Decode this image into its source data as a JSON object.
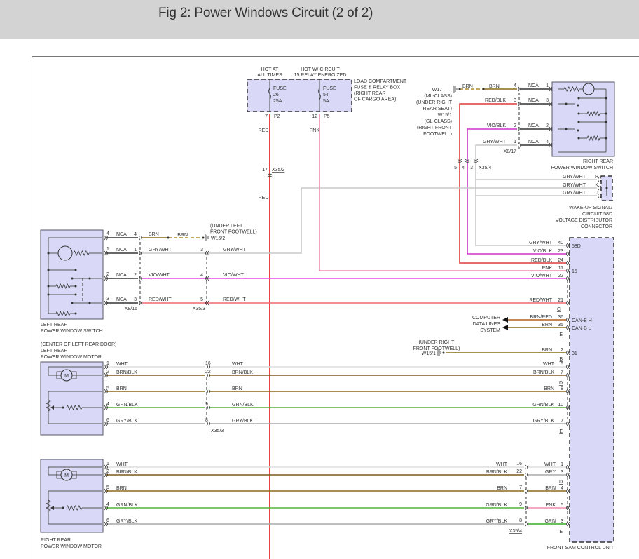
{
  "header": {
    "title": "Fig 2: Power Windows Circuit (2 of 2)"
  },
  "colors": {
    "RED": "#e8141c",
    "PNK": "#f28cae",
    "BRN": "#8a6a1c",
    "BRN_DASH": "#b08a28",
    "GRYWHT": "#c8c8c8",
    "VIOWHT": "#e44ae4",
    "VIOBLK": "#cc33cc",
    "REDWHT": "#f06a6a",
    "REDBLK": "#e03a3a",
    "NCA": "#333333",
    "WHT": "#dddddd",
    "BRNBLK": "#7a5a1a",
    "GRNBLK": "#55b33a",
    "GRYBLK": "#a8a8a8",
    "GRY": "#aaaaaa",
    "GRN": "#3aaa2a",
    "BRNRED": "#b06020",
    "component_fill": "#d9d9f7",
    "component_stroke": "#555566"
  },
  "fuse_box": {
    "hot_at_all_times": [
      "HOT AT",
      "ALL TIMES"
    ],
    "hot_with_relay": [
      "HOT W/ CIRCUIT",
      "15 RELAY ENERGIZED"
    ],
    "name": [
      "LOAD COMPARTMENT",
      "FUSE & RELAY BOX",
      "(RIGHT REAR",
      "OF CARGO AREA)"
    ],
    "fuses": [
      {
        "label": "FUSE",
        "number": "26",
        "rating": "25A",
        "pin": "7",
        "connector": "P2",
        "wire": "RED"
      },
      {
        "label": "FUSE",
        "number": "54",
        "rating": "5A",
        "pin": "12",
        "connector": "P5",
        "wire": "PNK"
      }
    ],
    "inline_connector": {
      "pin": "17",
      "name": "X35/2"
    },
    "red_lower_label": "RED"
  },
  "right_rear_switch": {
    "name": [
      "RIGHT REAR",
      "POWER WINDOW SWITCH"
    ],
    "ground": {
      "name": "W17",
      "notes": [
        "(ML-CLASS)",
        "(UNDER RIGHT",
        "REAR SEAT)",
        "W15/1",
        "(GL-CLASS)",
        "(RIGHT FRONT",
        "FOOTWELL)"
      ],
      "wire_a": "BRN",
      "wire_b": "BRN"
    },
    "connector_x8_17": "X8/17",
    "rows": [
      {
        "wire": "BRN",
        "x8_pin": "4",
        "nca": "NCA",
        "sw_pin": "1"
      },
      {
        "wire": "RED/BLK",
        "x8_pin": "3",
        "nca": "NCA",
        "sw_pin": "3"
      },
      {
        "wire": "VIO/BLK",
        "x8_pin": "2",
        "nca": "NCA",
        "sw_pin": "2"
      },
      {
        "wire": "GRY/WHT",
        "x8_pin": "1",
        "nca": "NCA",
        "sw_pin": "4"
      }
    ],
    "x35_4": {
      "pins": [
        "5",
        "4",
        "3"
      ],
      "name": "X35/4"
    }
  },
  "wakeup_connector": {
    "rows": [
      {
        "wire": "GRY/WHT",
        "pin": "H"
      },
      {
        "wire": "GRY/WHT",
        "pin": "K"
      },
      {
        "wire": "GRY/WHT",
        "pin": "J"
      }
    ],
    "name": [
      "WAKE-UP SIGNAL/",
      "CIRCUIT 58D",
      "VOLTAGE DISTRIBUTOR",
      "CONNECTOR"
    ]
  },
  "left_rear_switch": {
    "name": [
      "LEFT REAR",
      "POWER WINDOW SWITCH"
    ],
    "ground": {
      "name": "W15/2",
      "notes": [
        "(UNDER LEFT",
        "FRONT FOOTWELL)"
      ],
      "wire_a": "BRN",
      "wire_b": "BRN"
    },
    "rows": [
      {
        "sw_pin": "4",
        "nca": "NCA",
        "x8_pin": "4",
        "wire": "BRN"
      },
      {
        "sw_pin": "1",
        "nca": "NCA",
        "x8_pin": "1",
        "wire": "GRY/WHT",
        "x35_pin": "3",
        "wire2": "GRY/WHT"
      },
      {
        "sw_pin": "2",
        "nca": "NCA",
        "x8_pin": "2",
        "wire": "VIO/WHT",
        "x35_pin": "4",
        "wire2": "VIO/WHT"
      },
      {
        "sw_pin": "3",
        "nca": "NCA",
        "x8_pin": "3",
        "wire": "RED/WHT",
        "x35_pin": "5",
        "wire2": "RED/WHT"
      }
    ],
    "connector_x8": "X8/16",
    "connector_x35": "X35/3"
  },
  "sam": {
    "name": "FRONT SAM CONTROL UNIT",
    "upper": [
      {
        "wire": "GRY/WHT",
        "pin": "40",
        "label": "58D"
      },
      {
        "wire": "VIO/BLK",
        "pin": "23"
      },
      {
        "wire": "RED/BLK",
        "pin": "24"
      },
      {
        "wire": "PNK",
        "pin": "11",
        "label": "15"
      },
      {
        "wire": "VIO/WHT",
        "pin": "22"
      },
      {
        "wire": "RED/WHT",
        "pin": "21"
      }
    ],
    "connector_c": "C",
    "can": [
      {
        "wire": "BRN/RED",
        "pin": "36",
        "label": "CAN-B H"
      },
      {
        "wire": "BRN",
        "pin": "35",
        "label": "CAN-B L"
      }
    ],
    "connector_e": "E",
    "data_lines": [
      "COMPUTER",
      "DATA LINES",
      "SYSTEM"
    ],
    "ground": {
      "notes": [
        "(UNDER RIGHT",
        "FRONT FOOTWELL)"
      ],
      "name": "W15/1",
      "wire": "BRN",
      "pin": "2",
      "label": "31"
    },
    "connector_b": "B",
    "lr_motor_pins": [
      {
        "wire": "WHT",
        "pin": "5"
      },
      {
        "wire": "BRN/BLK",
        "pin": "7"
      },
      {
        "wire": "BRN",
        "pin": "8"
      },
      {
        "wire": "GRN/BLK",
        "pin": "10"
      },
      {
        "wire": "GRY/BLK",
        "pin": "7"
      }
    ],
    "connector_d": "D",
    "rr_motor_pins": [
      {
        "wire": "WHT",
        "pin": "1"
      },
      {
        "wire": "GRY",
        "pin": "3"
      },
      {
        "wire": "BRN",
        "pin": "4"
      },
      {
        "wire": "PNK",
        "pin": "5"
      },
      {
        "wire": "GRN",
        "pin": "3"
      }
    ]
  },
  "left_rear_motor": {
    "name": [
      "(CENTER OF LEFT REAR DOOR)",
      "LEFT REAR",
      "POWER WINDOW MOTOR"
    ],
    "rows": [
      {
        "pin": "1",
        "wire": "WHT",
        "x35_pin": "16",
        "wire2": "WHT"
      },
      {
        "pin": "2",
        "wire": "BRN/BLK",
        "x35_pin": "22",
        "wire2": "BRN/BLK"
      },
      {
        "pin": "5",
        "wire": "BRN",
        "x35_pin": "7",
        "wire2": "BRN"
      },
      {
        "pin": "4",
        "wire": "GRN/BLK",
        "x35_pin": "9",
        "wire2": "GRN/BLK"
      },
      {
        "pin": "6",
        "wire": "GRY/BLK",
        "x35_pin": "8",
        "wire2": "GRY/BLK"
      }
    ],
    "connector": "X35/3",
    "motor_symbol": "M"
  },
  "right_rear_motor": {
    "name": [
      "RIGHT REAR",
      "POWER WINDOW MOTOR"
    ],
    "rows": [
      {
        "pin": "1",
        "wire": "WHT",
        "x35_pin": "16",
        "wire2": "WHT"
      },
      {
        "pin": "2",
        "wire": "BRN/BLK",
        "x35_pin": "22",
        "wire2": "BRN/BLK"
      },
      {
        "pin": "5",
        "wire": "BRN",
        "x35_pin": "7",
        "wire2": "BRN"
      },
      {
        "pin": "4",
        "wire": "GRN/BLK",
        "x35_pin": "9",
        "wire2": "GRN/BLK"
      },
      {
        "pin": "6",
        "wire": "GRY/BLK",
        "x35_pin": "8",
        "wire2": "GRY/BLK"
      }
    ],
    "connector": "X35/4",
    "motor_symbol": "M"
  }
}
